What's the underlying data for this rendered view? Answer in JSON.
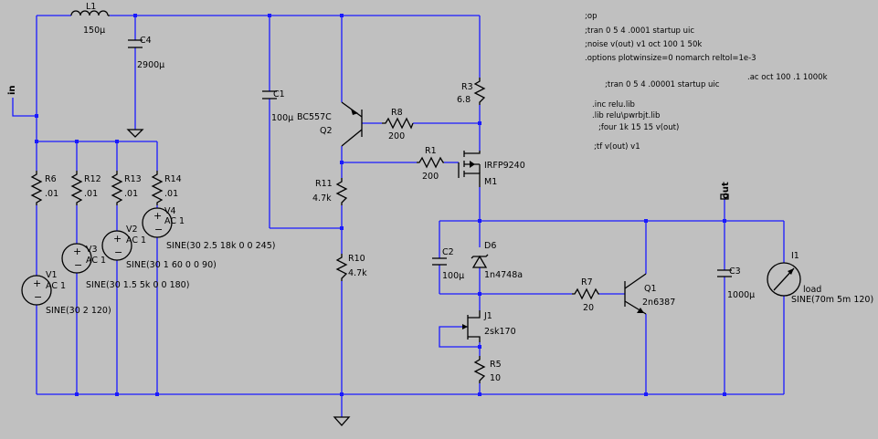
{
  "nets": {
    "in": "in",
    "out": "out"
  },
  "components": {
    "l1": {
      "name": "L1",
      "value": "150µ"
    },
    "c4": {
      "name": "C4",
      "value": "2900µ"
    },
    "c1": {
      "name": "C1",
      "value": "100µ"
    },
    "q2": {
      "name": "Q2",
      "model": "BC557C"
    },
    "r8": {
      "name": "R8",
      "value": "200"
    },
    "r3": {
      "name": "R3",
      "value": "6.8"
    },
    "r1": {
      "name": "R1",
      "value": "200"
    },
    "m1": {
      "name": "M1",
      "model": "IRFP9240"
    },
    "r11": {
      "name": "R11",
      "value": "4.7k"
    },
    "r10": {
      "name": "R10",
      "value": "4.7k"
    },
    "r6": {
      "name": "R6",
      "value": ".01"
    },
    "r12": {
      "name": "R12",
      "value": ".01"
    },
    "r13": {
      "name": "R13",
      "value": ".01"
    },
    "r14": {
      "name": "R14",
      "value": ".01"
    },
    "v1": {
      "name": "V1",
      "ac": "AC 1",
      "value": "SINE(30 2 120)"
    },
    "v2": {
      "name": "V2",
      "ac": "AC 1",
      "value": "SINE(30 1 60 0 0 90)"
    },
    "v3": {
      "name": "V3",
      "ac": "AC 1",
      "value": "SINE(30 1.5 5k 0 0 180)"
    },
    "v4": {
      "name": "V4",
      "ac": "AC 1",
      "value": "SINE(30 2.5 18k 0 0 245)"
    },
    "c2": {
      "name": "C2",
      "value": "100µ"
    },
    "d6": {
      "name": "D6",
      "model": "1n4748a"
    },
    "r7": {
      "name": "R7",
      "value": "20"
    },
    "q1": {
      "name": "Q1",
      "model": "2n6387"
    },
    "j1": {
      "name": "J1",
      "model": "2sk170"
    },
    "r5": {
      "name": "R5",
      "value": "10"
    },
    "c3": {
      "name": "C3",
      "value": "1000µ"
    },
    "i1": {
      "name": "I1",
      "label": "load",
      "value": "SINE(70m 5m 120)"
    }
  },
  "directives": [
    ";op",
    ";tran 0 5 4 .0001 startup uic",
    ";noise v(out) v1 oct 100 1 50k",
    ".options plotwinsize=0 nomarch reltol=1e-3",
    ".ac oct 100 .1 1000k",
    ";tran 0 5 4 .00001 startup uic",
    ".inc relu.lib",
    ".lib relu\\pwrbjt.lib",
    ";four 1k 15 15 v(out)",
    ";tf v(out) v1"
  ]
}
